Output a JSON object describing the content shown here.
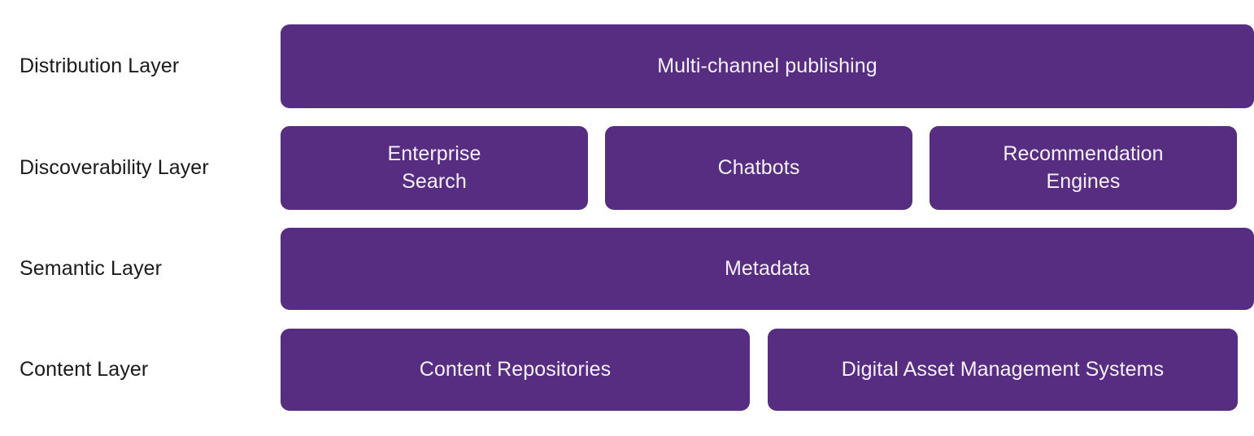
{
  "diagram": {
    "type": "layered-stack",
    "background_color": "#ffffff",
    "box_color": "#562D80",
    "box_text_color": "#f6f2f8",
    "label_text_color": "#1a1a1a",
    "rows": [
      {
        "label": "Distribution Layer",
        "boxes": [
          {
            "text": "Multi-channel publishing"
          }
        ]
      },
      {
        "label": "Discoverability Layer",
        "boxes": [
          {
            "text": "Enterprise\nSearch"
          },
          {
            "text": "Chatbots"
          },
          {
            "text": "Recommendation\nEngines"
          }
        ]
      },
      {
        "label": "Semantic Layer",
        "boxes": [
          {
            "text": "Metadata"
          }
        ]
      },
      {
        "label": "Content Layer",
        "boxes": [
          {
            "text": "Content Repositories"
          },
          {
            "text": "Digital Asset Management Systems"
          }
        ]
      }
    ]
  }
}
